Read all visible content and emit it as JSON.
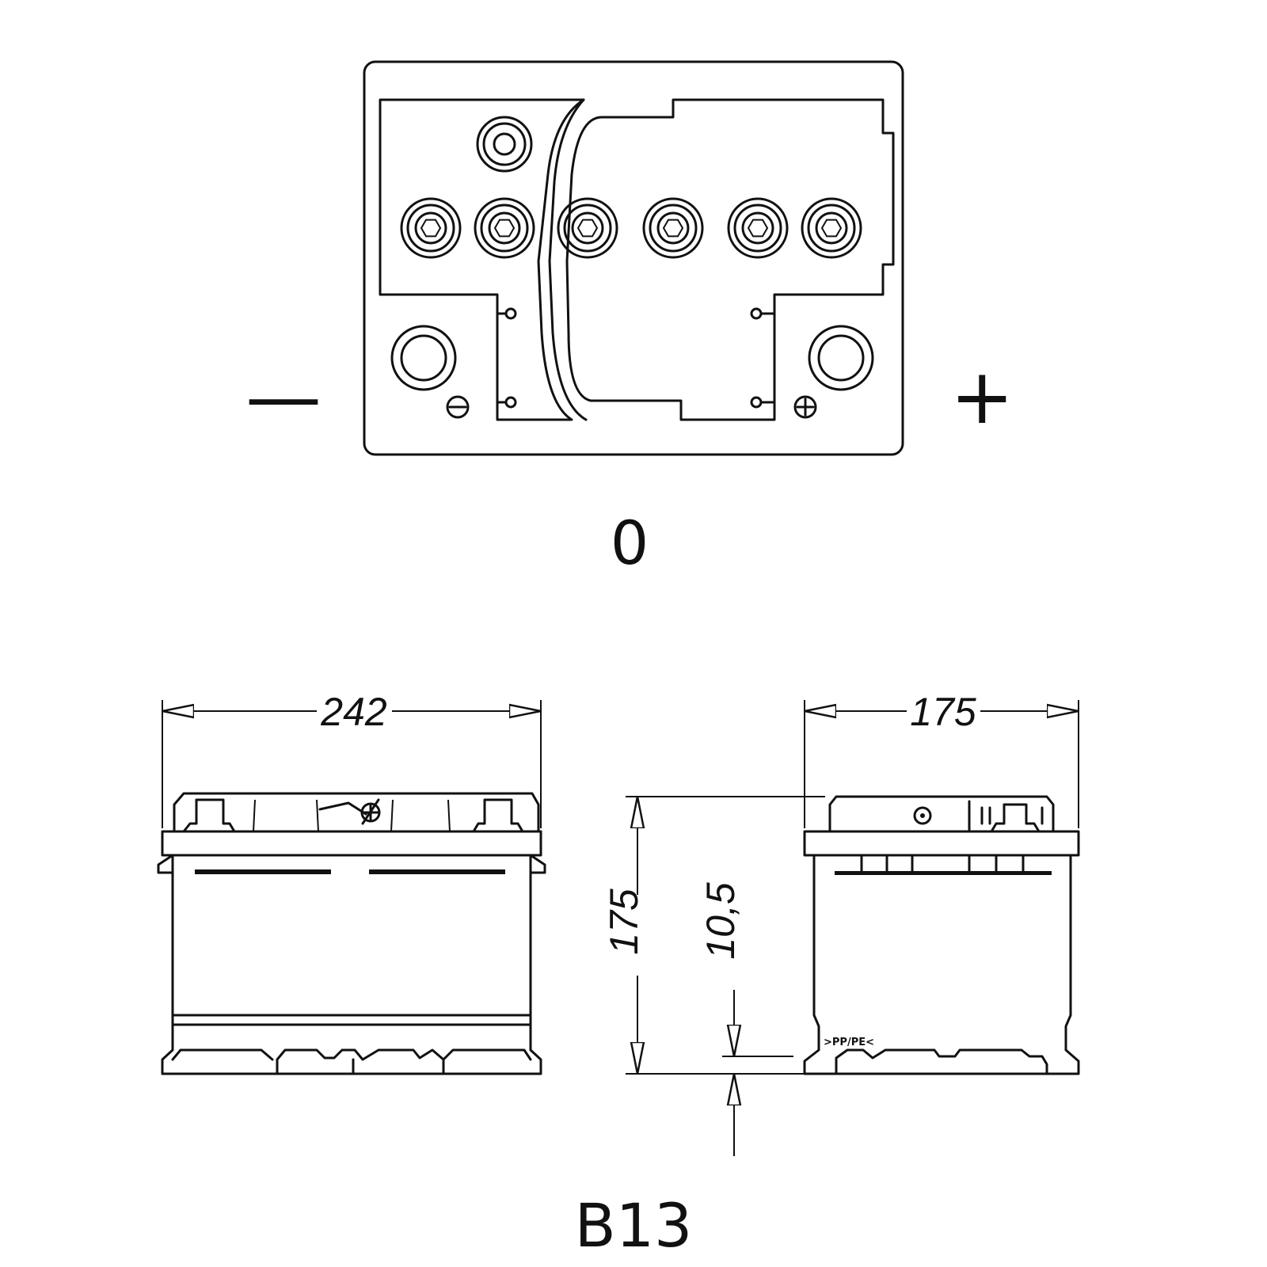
{
  "top_view": {
    "negative_symbol": "—",
    "positive_symbol": "+",
    "layout_code": "0"
  },
  "dimensions": {
    "length": "242",
    "width": "175",
    "height": "175",
    "bottom_hold_down": "10,5"
  },
  "case_marking": ">PP/PE<",
  "base_code": "B13",
  "colors": {
    "line": "#111111",
    "background": "#ffffff"
  }
}
